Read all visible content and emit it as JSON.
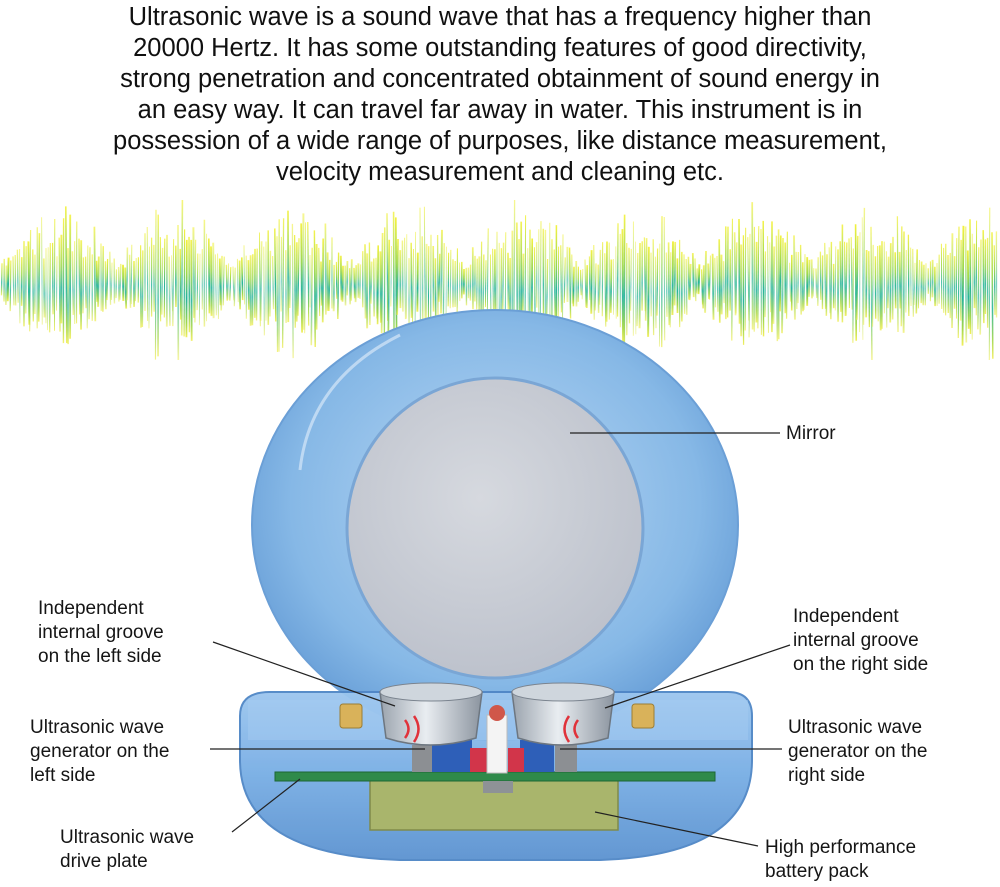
{
  "intro": {
    "lines": [
      "Ultrasonic wave is a sound wave that has a frequency higher than",
      "20000 Hertz. It has some outstanding features of good directivity,",
      "strong penetration and concentrated obtainment of sound energy in",
      "an easy way. It can travel far away in water. This instrument is in",
      "possession of  a wide range of purposes, like distance measurement,",
      "velocity measurement and cleaning etc."
    ]
  },
  "labels": {
    "mirror": {
      "lines": [
        "Mirror"
      ]
    },
    "groove_left": {
      "lines": [
        "Independent",
        "internal groove",
        "on the left side"
      ]
    },
    "groove_right": {
      "lines": [
        "Independent",
        "internal groove",
        "on the right side"
      ]
    },
    "generator_left": {
      "lines": [
        "Ultrasonic wave",
        "generator on the",
        "left side"
      ]
    },
    "generator_right": {
      "lines": [
        "Ultrasonic wave",
        "generator on the",
        "right side"
      ]
    },
    "drive_plate": {
      "lines": [
        "Ultrasonic wave",
        "drive plate"
      ]
    },
    "battery": {
      "lines": [
        "High performance",
        "battery pack"
      ]
    }
  },
  "colors": {
    "case_blue": "#7fb4e6",
    "case_dark": "#4f86c6",
    "mirror_gray": "#c9cdd6",
    "board_green": "#2f8a4a",
    "battery_olive": "#a7b46a",
    "wave_yellow": "#f2f03a",
    "wave_teal": "#1aa6a0"
  }
}
